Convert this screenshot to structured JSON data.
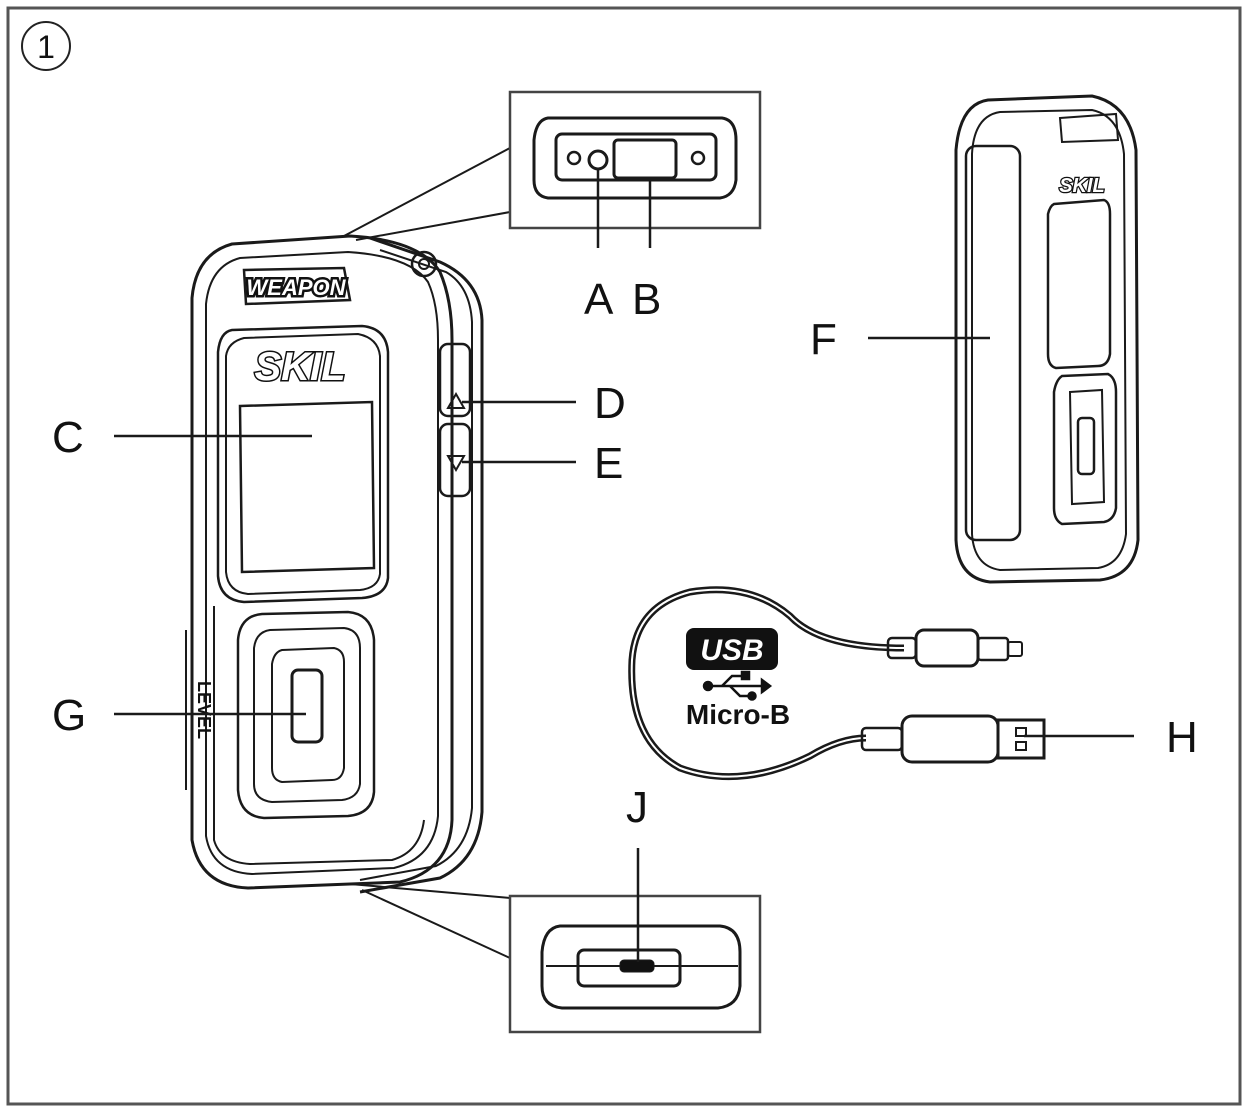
{
  "figure_number": "1",
  "device": {
    "brand_logo": "SKIL",
    "top_badge": "WEAPON",
    "level_label": "LEVEL"
  },
  "callouts": {
    "A": "A",
    "B": "B",
    "C": "C",
    "D": "D",
    "E": "E",
    "F": "F",
    "G": "G",
    "H": "H",
    "J": "J"
  },
  "cable": {
    "usb_badge": "USB",
    "connector_type": "Micro-B",
    "usb_icon": "usb-trident-icon"
  },
  "colors": {
    "line": "#1a1a1a",
    "border": "#555555",
    "fill": "#ffffff",
    "badge": "#111111"
  }
}
